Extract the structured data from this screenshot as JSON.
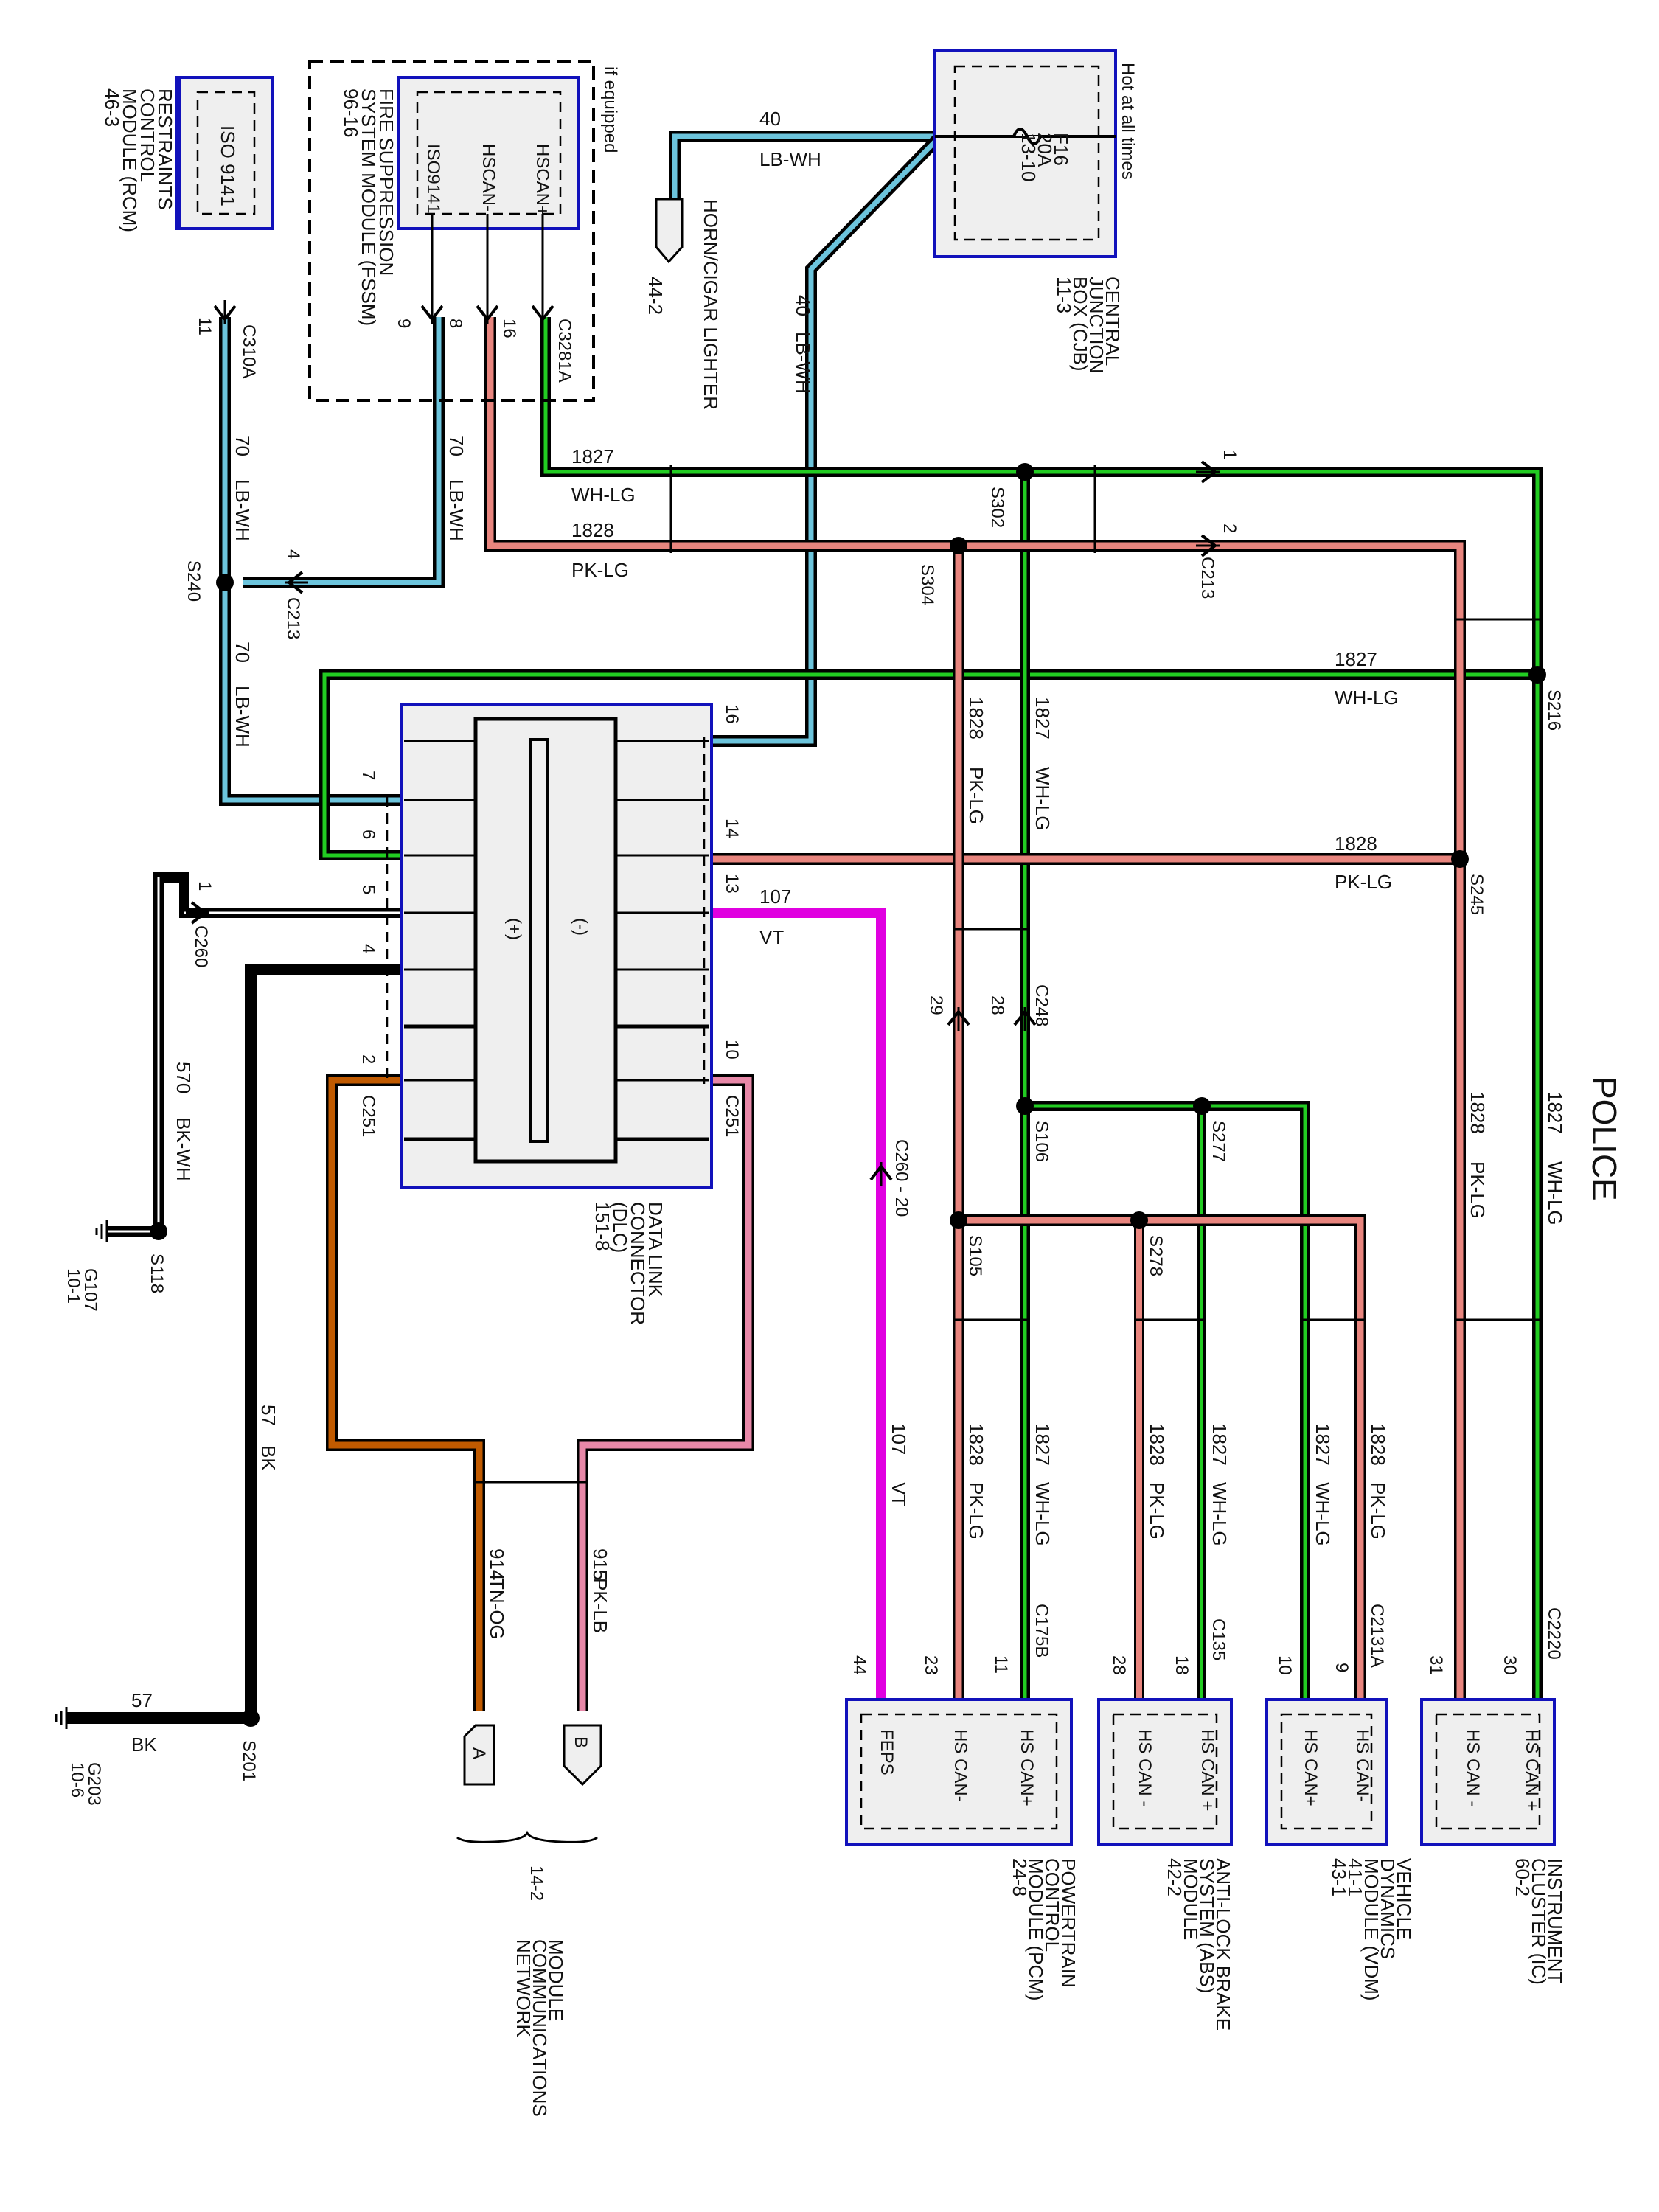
{
  "title": "POLICE",
  "wire_colors": {
    "LB-WH": "#6cc4dc",
    "WH-LG": "#22cc22",
    "PK-LG": "#e8857e",
    "VT": "#e000e0",
    "BK": "#000000",
    "BK-WH": "#000000",
    "TN-OG": "#c05a00",
    "PK-LB": "#e888a8",
    "module_border": "#1111bb",
    "module_fill": "#efefef"
  },
  "modules": {
    "rcm": {
      "name_lines": [
        "RESTRAINTS",
        "CONTROL",
        "MODULE (RCM)",
        "46-3"
      ],
      "pins": [
        "ISO 9141"
      ],
      "connector": "C310A",
      "pin_no": "11"
    },
    "fssm": {
      "name_lines": [
        "FIRE SUPPRESSION",
        "SYSTEM MODULE (FSSM)",
        "96-16"
      ],
      "pins": [
        "HSCAN+",
        "HSCAN-",
        "ISO9141"
      ],
      "connector": "C3281A",
      "pin_nos": [
        "16",
        "8",
        "9"
      ],
      "note": "if equipped"
    },
    "cjb": {
      "name_lines": [
        "CENTRAL",
        "JUNCTION",
        "BOX (CJB)",
        "11-3"
      ],
      "fuse_lines": [
        "F16",
        "20A",
        "13-10"
      ],
      "note": "Hot at all times"
    },
    "horn": {
      "name": "HORN/CIGAR LIGHTER",
      "ref": "44-2"
    },
    "dlc": {
      "name_lines": [
        "DATA LINK",
        "CONNECTOR",
        "(DLC)",
        "151-8"
      ],
      "plus": "(+)",
      "minus": "(-)",
      "connector_left": "C251",
      "connector_right": "C251",
      "left_pins": [
        "7",
        "6",
        "5",
        "4",
        "2"
      ],
      "right_pins": [
        "16",
        "14",
        "13",
        "10"
      ]
    },
    "pcm": {
      "name_lines": [
        "POWERTRAIN",
        "CONTROL",
        "MODULE (PCM)",
        "24-8"
      ],
      "pins": [
        "HS CAN+",
        "HS CAN-",
        "FEPS"
      ],
      "connector": "C175B",
      "pin_nos": [
        "11",
        "23",
        "44"
      ]
    },
    "abs": {
      "name_lines": [
        "ANTI-LOCK BRAKE",
        "SYSTEM (ABS)",
        "MODULE",
        "42-2"
      ],
      "pins": [
        "HS CAN +",
        "HS CAN -"
      ],
      "connector": "C135",
      "pin_nos": [
        "18",
        "28"
      ]
    },
    "vdm": {
      "name_lines": [
        "VEHICLE",
        "DYNAMICS",
        "MODULE (VDM)",
        "41-1",
        "43-1"
      ],
      "pins": [
        "HS CAN-",
        "HS CAN+"
      ],
      "connector": "C2131A",
      "pin_nos": [
        "9",
        "10"
      ]
    },
    "ic": {
      "name_lines": [
        "INSTRUMENT",
        "CLUSTER (IC)",
        "60-2"
      ],
      "pins": [
        "HS CAN +",
        "HS CAN -"
      ],
      "connector": "C2220",
      "pin_nos": [
        "30",
        "31"
      ]
    },
    "mcn": {
      "name_lines": [
        "MODULE",
        "COMMUNICATIONS",
        "NETWORK"
      ],
      "ref": "14-2",
      "tags": [
        "A",
        "B"
      ]
    }
  },
  "wires": {
    "w40": {
      "circuit": "40",
      "color": "LB-WH"
    },
    "w70": {
      "circuit": "70",
      "color": "LB-WH"
    },
    "w1827": {
      "circuit": "1827",
      "color": "WH-LG"
    },
    "w1828": {
      "circuit": "1828",
      "color": "PK-LG"
    },
    "w107": {
      "circuit": "107",
      "color": "VT"
    },
    "w570": {
      "circuit": "570",
      "color": "BK-WH"
    },
    "w57": {
      "circuit": "57",
      "color": "BK"
    },
    "w914": {
      "circuit": "914",
      "color": "TN-OG"
    },
    "w915": {
      "circuit": "915",
      "color": "PK-LB"
    }
  },
  "splices": [
    "S302",
    "S304",
    "S240",
    "S216",
    "S245",
    "S106",
    "S277",
    "S105",
    "S278",
    "S118",
    "S201"
  ],
  "connectors": {
    "c213": {
      "id": "C213",
      "pins": [
        "1",
        "2",
        "4"
      ]
    },
    "c248": {
      "id": "C248",
      "pins": [
        "29",
        "28"
      ]
    },
    "c260": {
      "id": "C260",
      "pin": "1"
    },
    "c260_20": {
      "id": "C260 - 20"
    }
  },
  "grounds": {
    "g107": {
      "id": "G107",
      "ref": "10-1"
    },
    "g203": {
      "id": "G203",
      "ref": "10-6"
    }
  }
}
